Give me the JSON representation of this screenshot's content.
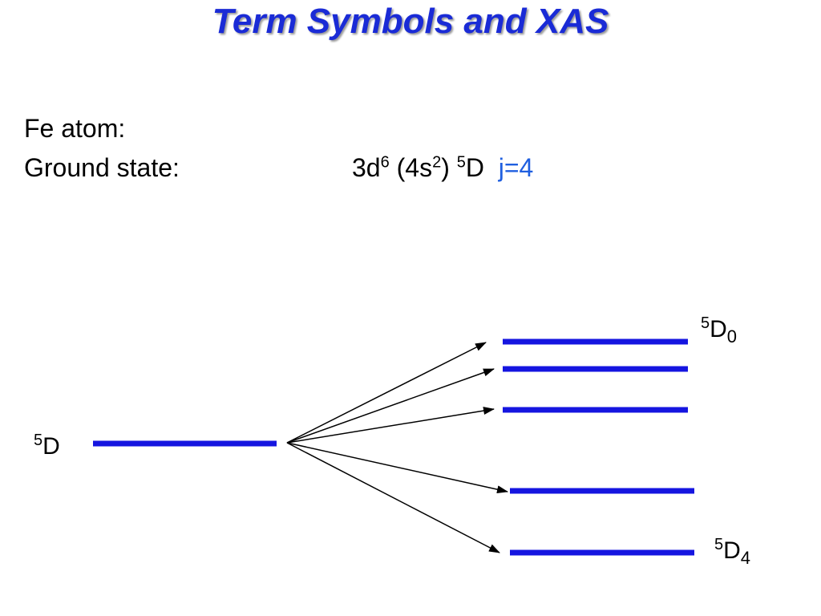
{
  "title": "Term Symbols and XAS",
  "atom_label": "Fe atom:",
  "ground_state": {
    "label": "Ground state:",
    "configuration": {
      "part1_base": "3d",
      "part1_sup": "6",
      "part2_base": "(4s",
      "part2_sup": "2",
      "part2_close": ")",
      "term_sup": "5",
      "term_base": "D"
    },
    "j_value": "j=4"
  },
  "diagram": {
    "initial_term": {
      "sup": "5",
      "base": "D"
    },
    "top_term": {
      "sup": "5",
      "base": "D",
      "sub": "0"
    },
    "bottom_term": {
      "sup": "5",
      "base": "D",
      "sub": "4"
    },
    "level_count": 5,
    "colors": {
      "level": "#1515e0",
      "arrow": "#000000"
    }
  }
}
